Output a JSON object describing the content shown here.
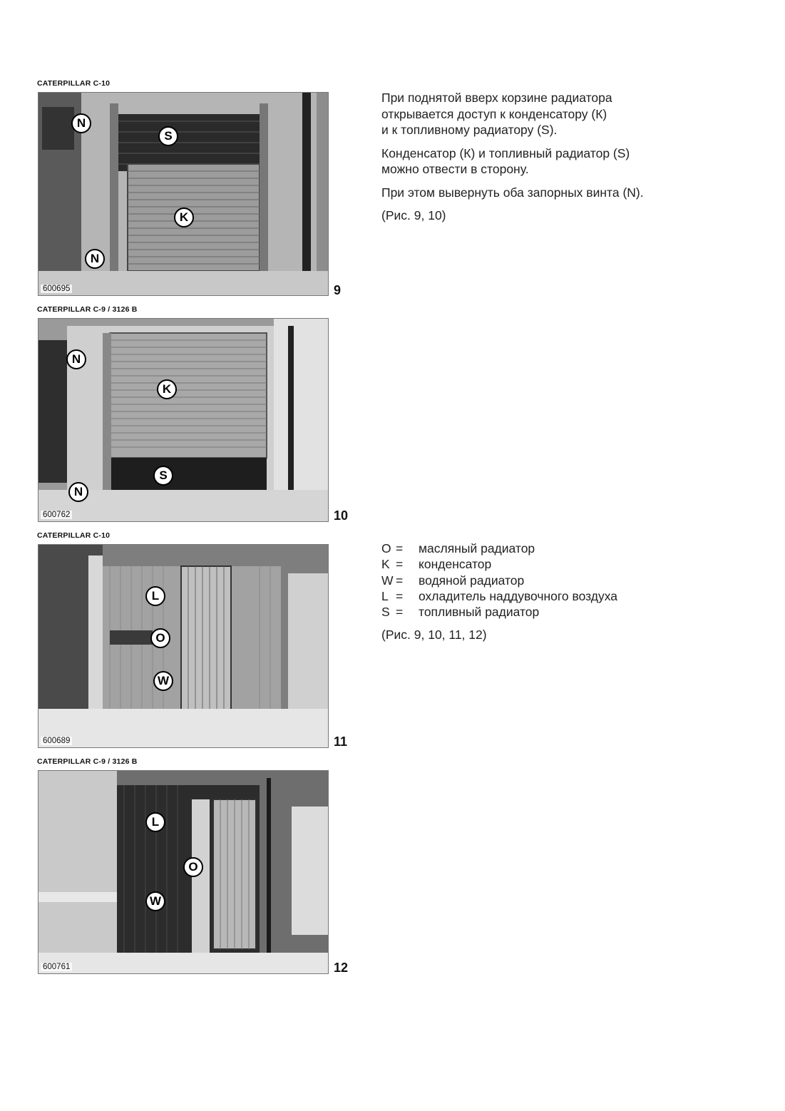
{
  "figures": [
    {
      "caption": "CATERPILLAR C-10",
      "photo_id": "600695",
      "number": "9",
      "callouts": [
        "N",
        "S",
        "K",
        "N"
      ]
    },
    {
      "caption": "CATERPILLAR C-9 / 3126 B",
      "photo_id": "600762",
      "number": "10",
      "callouts": [
        "N",
        "K",
        "S",
        "N"
      ]
    },
    {
      "caption": "CATERPILLAR C-10",
      "photo_id": "600689",
      "number": "11",
      "callouts": [
        "L",
        "O",
        "W"
      ]
    },
    {
      "caption": "CATERPILLAR C-9 / 3126 B",
      "photo_id": "600761",
      "number": "12",
      "callouts": [
        "L",
        "O",
        "W"
      ]
    }
  ],
  "text": {
    "para1": [
      "При поднятой вверх корзине радиатора",
      "открывается доступ к конденсатору (К)",
      "и к топливному радиатору (S)."
    ],
    "para2": [
      "Конденсатор (К) и топливный радиатор (S)",
      "можно отвести в сторону."
    ],
    "para3": "При этом вывернуть оба запорных винта (N).",
    "ref1": "(Рис. 9, 10)"
  },
  "legend": {
    "items": [
      {
        "key": "O",
        "eq": "=",
        "desc": "масляный радиатор"
      },
      {
        "key": "K",
        "eq": "=",
        "desc": "конденсатор"
      },
      {
        "key": "W",
        "eq": "=",
        "desc": "водяной радиатор"
      },
      {
        "key": "L",
        "eq": "=",
        "desc": "охладитель наддувочного воздуха"
      },
      {
        "key": "S",
        "eq": "=",
        "desc": "топливный радиатор"
      }
    ],
    "ref": "(Рис. 9, 10, 11, 12)"
  }
}
